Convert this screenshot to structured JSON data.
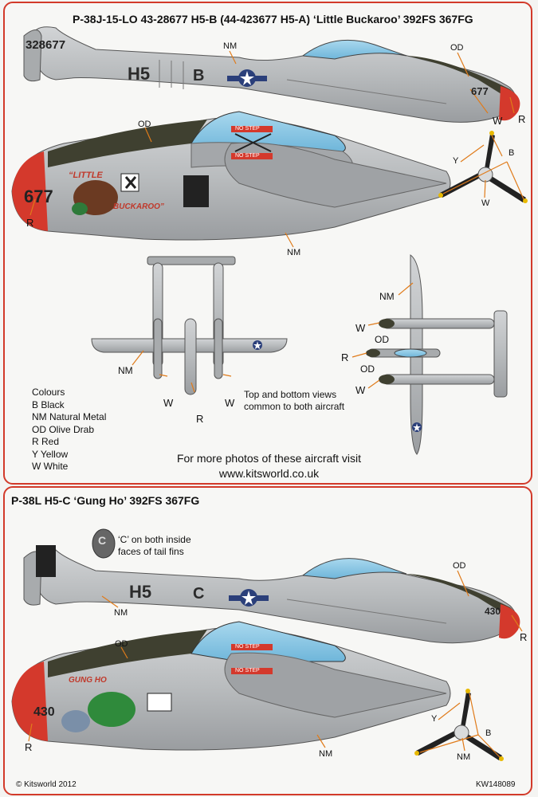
{
  "aircraft1": {
    "title": "P-38J-15-LO 43-28677 H5-B (44-423677 H5-A) ‘Little Buckaroo’ 392FS 367FG",
    "side_markings": {
      "serial": "328677",
      "code": "H5",
      "letter": "B",
      "nose_number": "677"
    },
    "closeup_markings": {
      "nose_number": "677",
      "nickname_1": "“LITTLE",
      "nickname_2": "BUCKAROO”",
      "no_step_1": "NO STEP",
      "no_step_2": "NO STEP"
    }
  },
  "aircraft2": {
    "title": "P-38L H5-C ‘Gung Ho’ 392FS 367FG",
    "side_markings": {
      "code": "H5",
      "letter": "C",
      "nose_number": "430"
    },
    "closeup_markings": {
      "nose_number": "430",
      "nickname": "GUNG HO",
      "no_step_1": "NO STEP",
      "no_step_2": "NO STEP"
    },
    "fin_letter": "C",
    "fin_note_1": "‘C’ on both inside",
    "fin_note_2": "faces of tail fins"
  },
  "callouts": {
    "nm": "NM",
    "od": "OD",
    "w": "W",
    "r": "R",
    "y": "Y",
    "b": "B"
  },
  "legend": {
    "heading": "Colours",
    "items": [
      "B Black",
      "NM Natural Metal",
      "OD Olive Drab",
      "R Red",
      "Y Yellow",
      "W White"
    ]
  },
  "views_note": {
    "line1": "Top and bottom views",
    "line2": "common to both aircraft"
  },
  "visit": {
    "line1": "For more photos of these aircraft visit",
    "line2": "www.kitsworld.co.uk"
  },
  "footer": {
    "copyright": "© Kitsworld 2012",
    "code": "KW148089"
  },
  "colors": {
    "natural_metal": "#b9bcbe",
    "olive_drab": "#3f4030",
    "red": "#d4392c",
    "sky": "#8fc8e4",
    "frame": "#d23a2a"
  }
}
